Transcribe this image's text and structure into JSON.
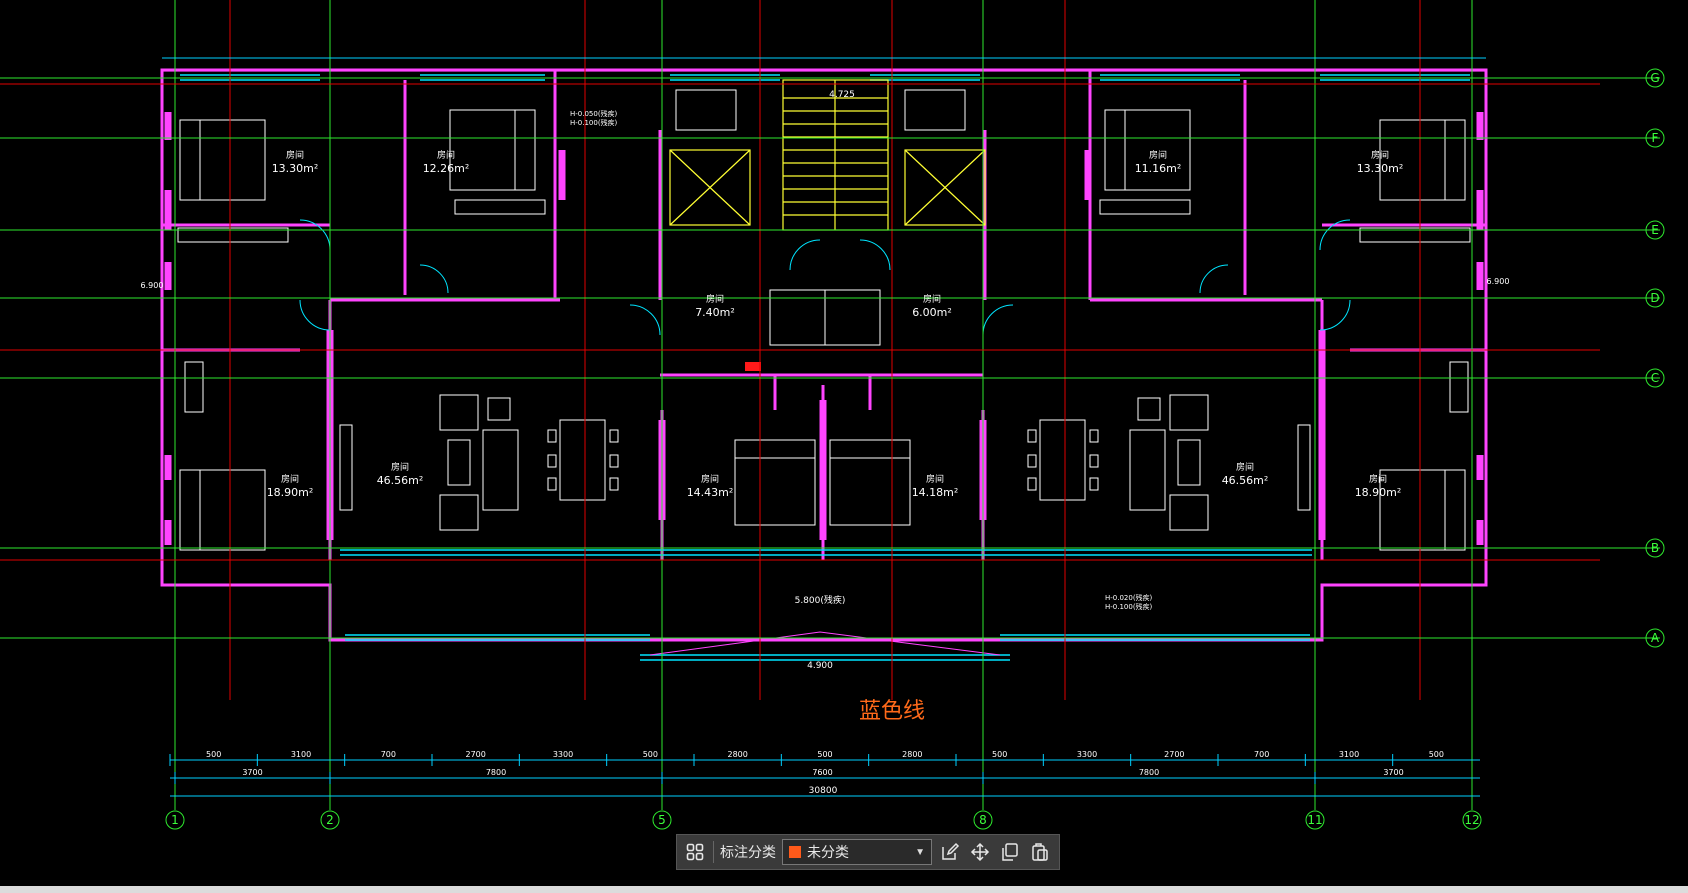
{
  "colors": {
    "grid": "#2ee82e",
    "axis": "#e00000",
    "wall": "#ff44ff",
    "window": "#00e5ff",
    "dim": "#00d0ff",
    "furniture": "#ffffff",
    "stair": "#ffff33",
    "annotation": "#ff6a1a"
  },
  "plan": {
    "grid_bottom": [
      {
        "label": "1",
        "dims": [
          "3700",
          ""
        ]
      },
      {
        "label": "2",
        "dims": [
          "",
          ""
        ]
      },
      {
        "label": "5",
        "dims": [
          "",
          ""
        ]
      },
      {
        "label": "8",
        "dims": [
          "",
          ""
        ]
      },
      {
        "label": "11",
        "dims": [
          "",
          ""
        ]
      },
      {
        "label": "12",
        "dims": [
          "",
          ""
        ]
      }
    ],
    "grid_right": [
      "G",
      "F",
      "E",
      "D",
      "C",
      "B",
      "A"
    ],
    "rooms": [
      {
        "name": "房间",
        "area": "13.30m²"
      },
      {
        "name": "房间",
        "area": "12.26m²"
      },
      {
        "name": "房间",
        "area": "11.16m²"
      },
      {
        "name": "房间",
        "area": "13.30m²"
      },
      {
        "name": "房间",
        "area": "7.40m²"
      },
      {
        "name": "房间",
        "area": "6.00m²"
      },
      {
        "name": "房间",
        "area": "18.90m²"
      },
      {
        "name": "房间",
        "area": "46.56m²"
      },
      {
        "name": "房间",
        "area": "14.43m²"
      },
      {
        "name": "房间",
        "area": "14.18m²"
      },
      {
        "name": "房间",
        "area": "46.56m²"
      },
      {
        "name": "房间",
        "area": "18.90m²"
      }
    ],
    "dims_row1": [
      "500",
      "3100",
      "700",
      "2700",
      "3300",
      "500",
      "2800",
      "500",
      "2800",
      "500",
      "3300",
      "2700",
      "700",
      "3100",
      "500"
    ],
    "dims_row2": [
      "3700",
      "7800",
      "7600",
      "7800",
      "3700"
    ],
    "dim_total": "30800",
    "levels": [
      "4.725",
      "4.900",
      "5.800(残疾)"
    ],
    "elevation_notes": [
      "H-0.050(残疾)",
      "H-0.100(残疾)",
      "H-0.020(残疾)",
      "H-0.100(残疾)"
    ],
    "annotation": "蓝色线",
    "top_dims": [
      "6.900",
      "6.900"
    ]
  },
  "toolbar": {
    "grid_icon": "grid-icon",
    "label": "标注分类",
    "selected": "未分类",
    "selected_color": "#ff5a1a",
    "tools": [
      "edit-icon",
      "move-icon",
      "copy-icon",
      "paste-icon"
    ]
  }
}
